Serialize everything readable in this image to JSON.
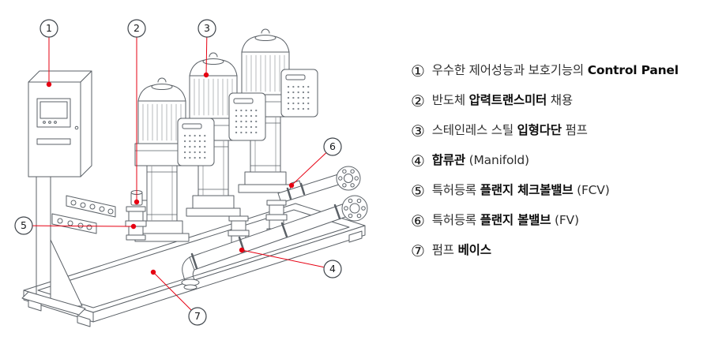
{
  "colors": {
    "line": "#5b6167",
    "accent": "#e60012",
    "callout_stroke": "#3f454b",
    "text": "#2e2e2e",
    "bg": "#ffffff"
  },
  "legend": {
    "items": [
      {
        "num": "①",
        "pre": "우수한 제어성능과 보호기능의 ",
        "bold": "Control Panel",
        "post": ""
      },
      {
        "num": "②",
        "pre": "반도체 ",
        "bold": "압력트랜스미터",
        "post": " 채용"
      },
      {
        "num": "③",
        "pre": "스테인레스 스틸 ",
        "bold": "입형다단",
        "post": " 펌프"
      },
      {
        "num": "④",
        "pre": "",
        "bold": "합류관",
        "post": " (Manifold)"
      },
      {
        "num": "⑤",
        "pre": "특허등록 ",
        "bold": "플랜지 체크볼밸브",
        "post": " (FCV)"
      },
      {
        "num": "⑥",
        "pre": "특허등록 ",
        "bold": "플랜지 볼밸브",
        "post": " (FV)"
      },
      {
        "num": "⑦",
        "pre": "펌프 ",
        "bold": "베이스",
        "post": ""
      }
    ]
  },
  "callouts": [
    {
      "digit": "1",
      "name": "control-panel",
      "circle": [
        62,
        36
      ],
      "dot": [
        62,
        107
      ]
    },
    {
      "digit": "2",
      "name": "pressure-transmitter",
      "circle": [
        173,
        36
      ],
      "dot": [
        173,
        256
      ]
    },
    {
      "digit": "3",
      "name": "vertical-multistage-pump",
      "circle": [
        262,
        36
      ],
      "dot": [
        261,
        95
      ]
    },
    {
      "digit": "4",
      "name": "manifold",
      "circle": [
        421,
        341
      ],
      "dot": [
        306,
        317
      ]
    },
    {
      "digit": "5",
      "name": "flange-check-ball-valve",
      "circle": [
        30,
        286
      ],
      "dot": [
        169,
        287
      ]
    },
    {
      "digit": "6",
      "name": "flange-ball-valve",
      "circle": [
        421,
        186
      ],
      "dot": [
        369,
        235
      ]
    },
    {
      "digit": "7",
      "name": "pump-base",
      "circle": [
        250,
        401
      ],
      "dot": [
        194,
        345
      ]
    }
  ]
}
